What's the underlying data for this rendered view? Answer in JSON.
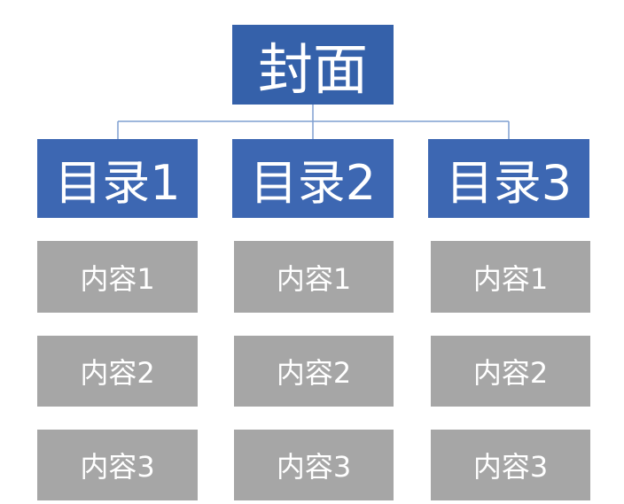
{
  "cover": {
    "label": "封面"
  },
  "sections": [
    {
      "label": "目录1",
      "items": [
        "内容1",
        "内容2",
        "内容3"
      ]
    },
    {
      "label": "目录2",
      "items": [
        "内容1",
        "内容2",
        "内容3"
      ]
    },
    {
      "label": "目录3",
      "items": [
        "内容1",
        "内容2",
        "内容3"
      ]
    }
  ],
  "colors": {
    "cover": "#3561aa",
    "section": "#3d67b2",
    "content": "#a6a6a6",
    "connector": "#7f9fd0",
    "text": "#ffffff"
  }
}
